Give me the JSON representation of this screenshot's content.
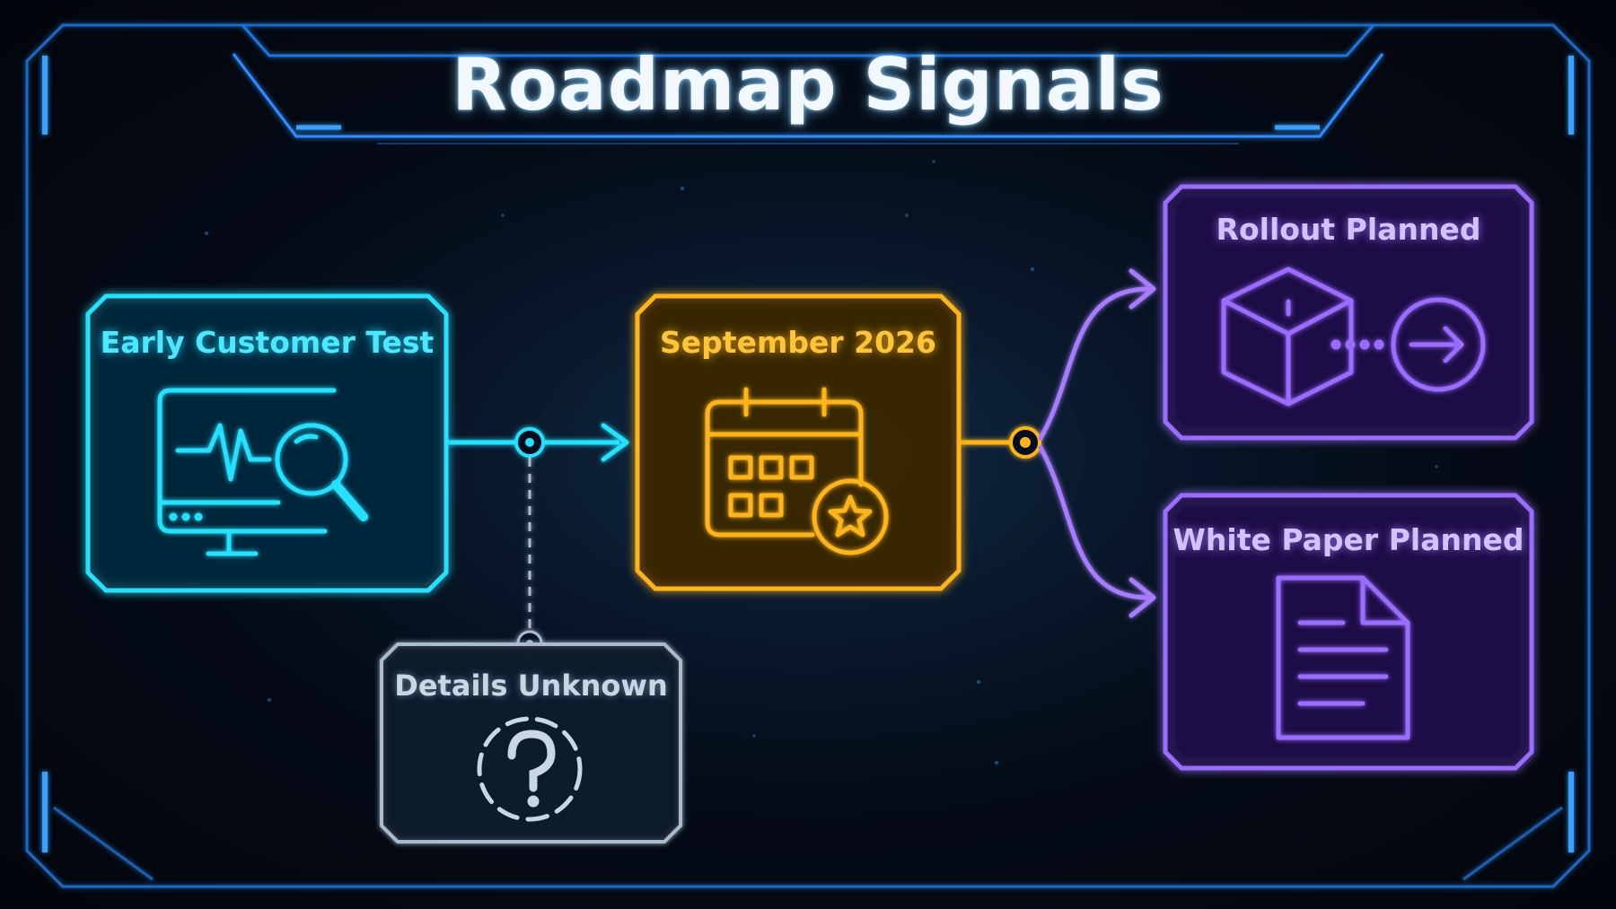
{
  "title": "Roadmap Signals",
  "nodes": {
    "early_test": {
      "label": "Early Customer Test",
      "icon": "monitor-search-icon",
      "color": "#28e0ff"
    },
    "date": {
      "label": "September 2026",
      "icon": "calendar-star-icon",
      "color": "#ffb41a"
    },
    "unknown": {
      "label": "Details Unknown",
      "icon": "question-icon",
      "color": "#a8bccd"
    },
    "rollout": {
      "label": "Rollout Planned",
      "icon": "box-arrow-icon",
      "color": "#9a6cff"
    },
    "white_paper": {
      "label": "White Paper Planned",
      "icon": "document-icon",
      "color": "#9a6cff"
    }
  },
  "edges": [
    {
      "from": "early_test",
      "to": "date",
      "style": "solid"
    },
    {
      "from": "early_test",
      "to": "unknown",
      "style": "dashed"
    },
    {
      "from": "date",
      "to": "rollout",
      "style": "solid"
    },
    {
      "from": "date",
      "to": "white_paper",
      "style": "solid"
    }
  ]
}
